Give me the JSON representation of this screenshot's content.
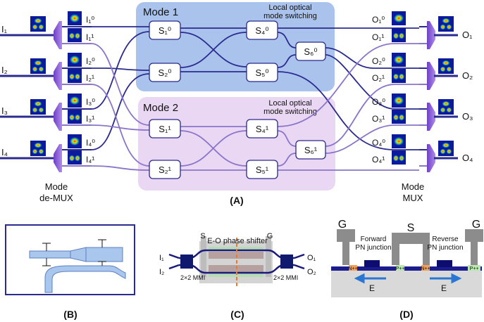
{
  "panel_a": {
    "caption": "(A)",
    "mode1_title": "Mode 1",
    "mode2_title": "Mode 2",
    "local_switching_line1": "Local optical",
    "local_switching_line2": "mode switching",
    "demux_line1": "Mode",
    "demux_line2": "de-MUX",
    "mux_line1": "Mode",
    "mux_line2": "MUX",
    "inputs": [
      "I₁",
      "I₂",
      "I₃",
      "I₄"
    ],
    "outputs": [
      "O₁",
      "O₂",
      "O₃",
      "O₄"
    ],
    "input_modes": [
      "I₁⁰",
      "I₁¹",
      "I₂⁰",
      "I₂¹",
      "I₃⁰",
      "I₃¹",
      "I₄⁰",
      "I₄¹"
    ],
    "output_modes": [
      "O₁⁰",
      "O₁¹",
      "O₂⁰",
      "O₂¹",
      "O₃⁰",
      "O₃¹",
      "O₄⁰",
      "O₄¹"
    ],
    "mode1_switches": [
      "S₁⁰",
      "S₂⁰",
      "S₄⁰",
      "S₅⁰",
      "S₆⁰"
    ],
    "mode2_switches": [
      "S₁¹",
      "S₂¹",
      "S₄¹",
      "S₅¹",
      "S₆¹"
    ]
  },
  "panel_b": {
    "caption": "(B)"
  },
  "panel_c": {
    "caption": "(C)",
    "phase_shifter": "E-O phase shifter",
    "s": "S",
    "g": "G",
    "in1": "I₁",
    "in2": "I₂",
    "out1": "O₁",
    "out2": "O₂",
    "mmi_left": "2×2 MMI",
    "mmi_right": "2×2 MMI"
  },
  "panel_d": {
    "caption": "(D)",
    "g_left": "G",
    "s": "S",
    "g_right": "G",
    "forward1": "Forward",
    "forward2": "PN junction",
    "reverse1": "Reverse",
    "reverse2": "PN junction",
    "n_left": "N++",
    "p_mid": "P++",
    "n_right": "N++",
    "p_right": "P++",
    "e_left": "E",
    "e_right": "E"
  },
  "colors": {
    "mode1_region": "#a9c3ec",
    "mode2_region": "#ead7f3",
    "mode0_line": "#2b2b8f",
    "mode1_line": "#8a75c9",
    "mux_body": "#8f66d6"
  }
}
